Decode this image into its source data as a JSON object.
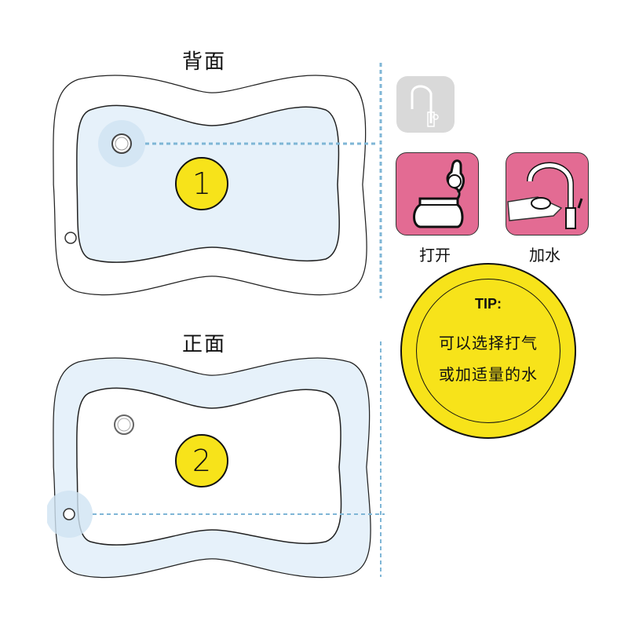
{
  "back_panel": {
    "title": "背面",
    "step_number": "1"
  },
  "front_panel": {
    "title": "正面",
    "step_number": "2"
  },
  "icons": {
    "faucet_inactive": "faucet-icon",
    "open_step": {
      "label": "打开",
      "icon": "open-cap-icon"
    },
    "add_water_step": {
      "label": "加水",
      "icon": "faucet-fill-icon"
    }
  },
  "tip": {
    "heading": "TIP:",
    "lines": [
      "可以选择打气",
      "或加适量的水"
    ]
  },
  "colors": {
    "yellow": "#f7e31a",
    "pink": "#e36b93",
    "light_blue": "#e6f1fa",
    "guide_blue": "#7fb6d6",
    "grey_tile": "#d9d9d9"
  }
}
